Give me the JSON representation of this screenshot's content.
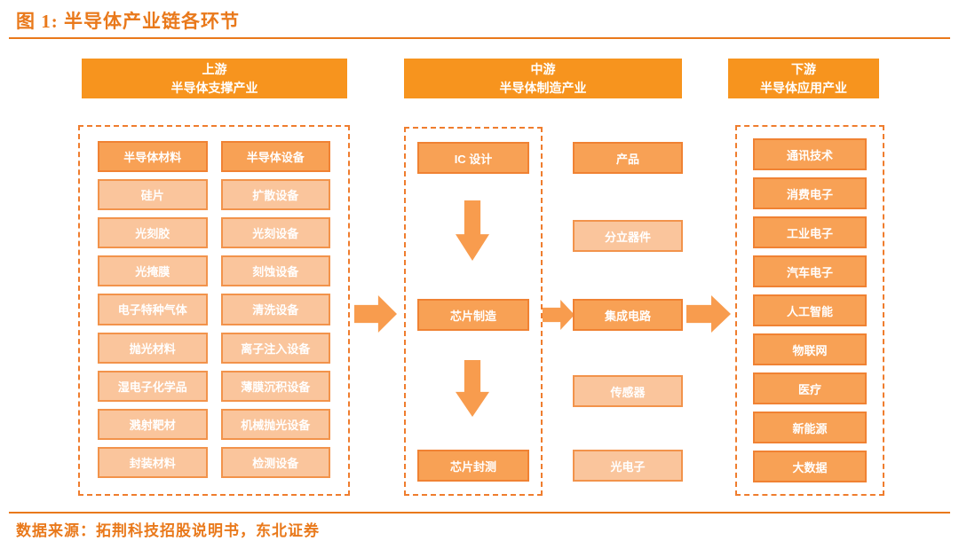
{
  "title": "图 1:  半导体产业链各环节",
  "source": "数据来源：拓荆科技招股说明书，东北证券",
  "colors": {
    "accent": "#e9791b",
    "header_fill": "#f7941e",
    "solid_box_fill": "#f8a155",
    "light_box_fill": "#fac59c",
    "box_border": "#f08233",
    "dashed_border": "#ef7d2e",
    "box_text": "#ffffff"
  },
  "upstream": {
    "header_line1": "上游",
    "header_line2": "半导体支撑产业",
    "col_materials": [
      "半导体材料",
      "硅片",
      "光刻胶",
      "光掩膜",
      "电子特种气体",
      "抛光材料",
      "湿电子化学品",
      "溅射靶材",
      "封装材料"
    ],
    "col_equipment": [
      "半导体设备",
      "扩散设备",
      "光刻设备",
      "刻蚀设备",
      "清洗设备",
      "离子注入设备",
      "薄膜沉积设备",
      "机械抛光设备",
      "检测设备"
    ]
  },
  "midstream": {
    "header_line1": "中游",
    "header_line2": "半导体制造产业",
    "flow": [
      "IC 设计",
      "芯片制造",
      "芯片封测"
    ],
    "products_title": "产品",
    "products": [
      "分立器件",
      "集成电路",
      "传感器",
      "光电子"
    ]
  },
  "downstream": {
    "header_line1": "下游",
    "header_line2": "半导体应用产业",
    "items": [
      "通讯技术",
      "消费电子",
      "工业电子",
      "汽车电子",
      "人工智能",
      "物联网",
      "医疗",
      "新能源",
      "大数据"
    ]
  }
}
